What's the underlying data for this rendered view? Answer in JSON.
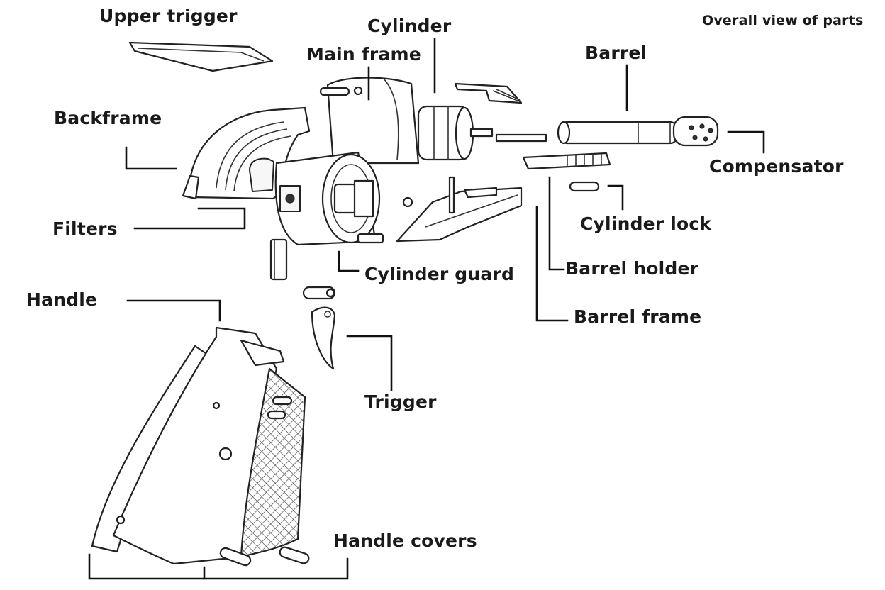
{
  "title": "Overall view of parts",
  "labels": {
    "upper_trigger": "Upper trigger",
    "cylinder": "Cylinder",
    "main_frame": "Main frame",
    "barrel": "Barrel",
    "backframe": "Backframe",
    "compensator": "Compensator",
    "cylinder_lock": "Cylinder lock",
    "filters": "Filters",
    "barrel_holder": "Barrel holder",
    "cylinder_guard": "Cylinder guard",
    "handle": "Handle",
    "barrel_frame": "Barrel frame",
    "trigger": "Trigger",
    "handle_covers": "Handle covers"
  },
  "colors": {
    "ink": "#1a1a1a",
    "background": "#ffffff"
  }
}
